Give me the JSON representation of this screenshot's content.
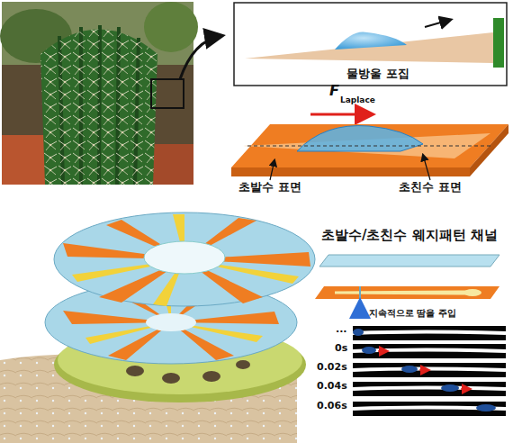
{
  "diagram": {
    "nodes": [
      {
        "text": [
          "물방울 포집"
        ]
      }
    ],
    "labels": [
      "F",
      "Laplace",
      "초발수 표면",
      "초친수 표면",
      "초발수/초친수 웨지패턴 채널",
      "지속적으로 땀을 주입",
      "...",
      "0s",
      "0.02s",
      "0.04s",
      "0.06s"
    ]
  }
}
